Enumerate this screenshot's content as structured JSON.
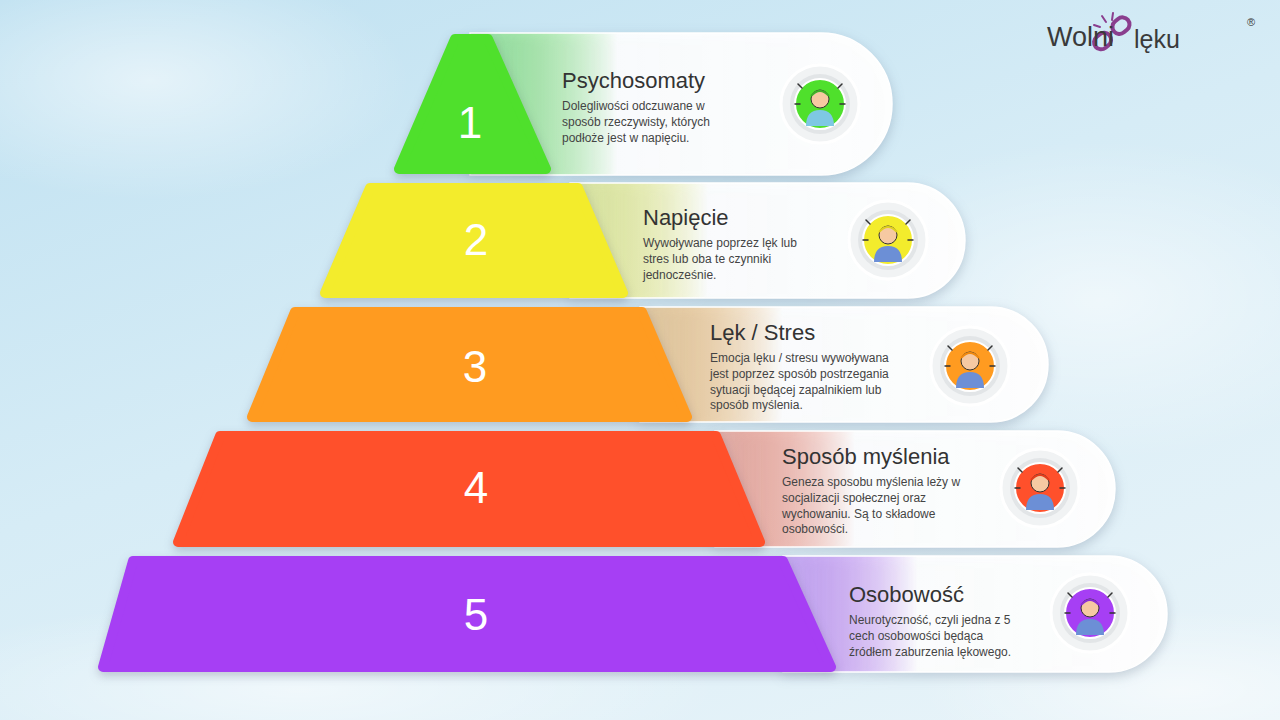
{
  "diagram": {
    "nodes": [
      {
        "text": [
          "1"
        ]
      },
      {
        "text": [
          "Psychosomaty",
          "Dolegliwości odczuwane w sposób rzeczywisty, których podłoże jest w napięciu."
        ]
      },
      {
        "text": [
          "2"
        ]
      },
      {
        "text": [
          "Napięcie",
          "Wywoływane poprzez lęk lub stres lub oba te czynniki jednocześnie."
        ]
      },
      {
        "text": [
          "3"
        ]
      },
      {
        "text": [
          "Lęk / Stres",
          "Emocja lęku / stresu wywoływana jest poprzez sposób postrzegania sytuacji będącej zapalnikiem lub sposób myślenia."
        ]
      },
      {
        "text": [
          "4"
        ]
      },
      {
        "text": [
          "Sposób myślenia",
          "Geneza sposobu myślenia leży w socjalizacji społecznej oraz wychowaniu. Są to składowe osobowości."
        ]
      },
      {
        "text": [
          "5"
        ]
      },
      {
        "text": [
          "Osobowość",
          "Neurotyczność, czyli jedna z 5 cech osobowości będąca źródłem zaburzenia lękowego."
        ]
      }
    ],
    "labels": [
      "Wolni",
      "lęku",
      "®"
    ]
  }
}
